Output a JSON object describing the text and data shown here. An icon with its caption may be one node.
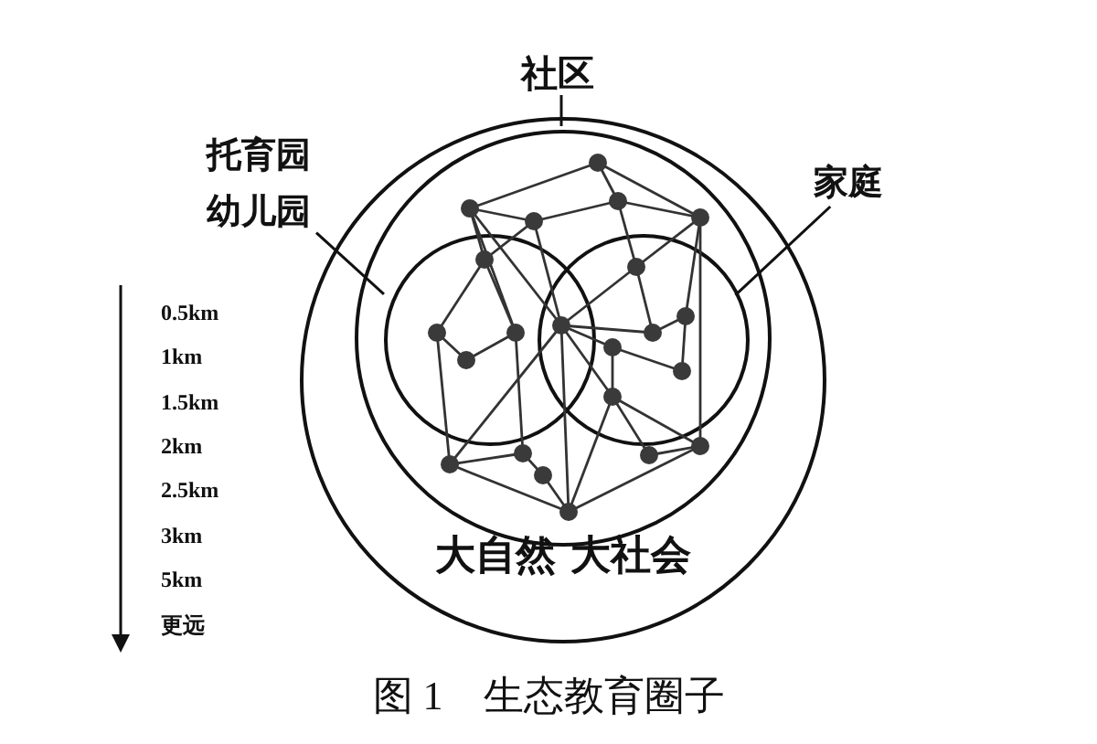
{
  "diagram": {
    "caption": "图 1　生态教育圈子",
    "nodes": [
      {
        "text": [
          "大自然 大社会"
        ]
      },
      {
        "text": [],
        "shape": "circle",
        "in": 0
      },
      {
        "text": [],
        "shape": "circle",
        "in": 1
      },
      {
        "text": [],
        "shape": "circle",
        "in": 1
      },
      {
        "text": [
          "社区"
        ]
      },
      {
        "text": [
          "托育园幼儿园"
        ]
      },
      {
        "text": [
          "家庭"
        ]
      }
    ],
    "edges": [
      {
        "from": 4,
        "to": 1,
        "arrow": "none"
      },
      {
        "from": 5,
        "to": 2,
        "arrow": "none"
      },
      {
        "from": 6,
        "to": 3,
        "arrow": "none"
      }
    ],
    "labels": [
      "0.5km",
      "1km",
      "1.5km",
      "2km",
      "2.5km",
      "3km",
      "5km",
      "更远"
    ]
  }
}
